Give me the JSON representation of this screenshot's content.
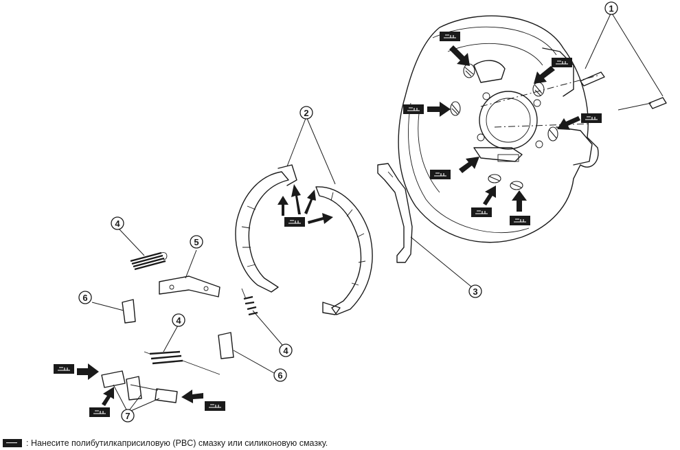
{
  "callouts": [
    {
      "id": "callout-1",
      "label": "1"
    },
    {
      "id": "callout-2",
      "label": "2"
    },
    {
      "id": "callout-3",
      "label": "3"
    },
    {
      "id": "callout-4a",
      "label": "4"
    },
    {
      "id": "callout-4b",
      "label": "4"
    },
    {
      "id": "callout-4c",
      "label": "4"
    },
    {
      "id": "callout-5",
      "label": "5"
    },
    {
      "id": "callout-6a",
      "label": "6"
    },
    {
      "id": "callout-6b",
      "label": "6"
    },
    {
      "id": "callout-7",
      "label": "7"
    }
  ],
  "legend": {
    "icon": "lubricant-symbol-icon",
    "text": ": Нанесите полибутилкаприсиловую (PBC) смазку или силиконовую смазку."
  }
}
